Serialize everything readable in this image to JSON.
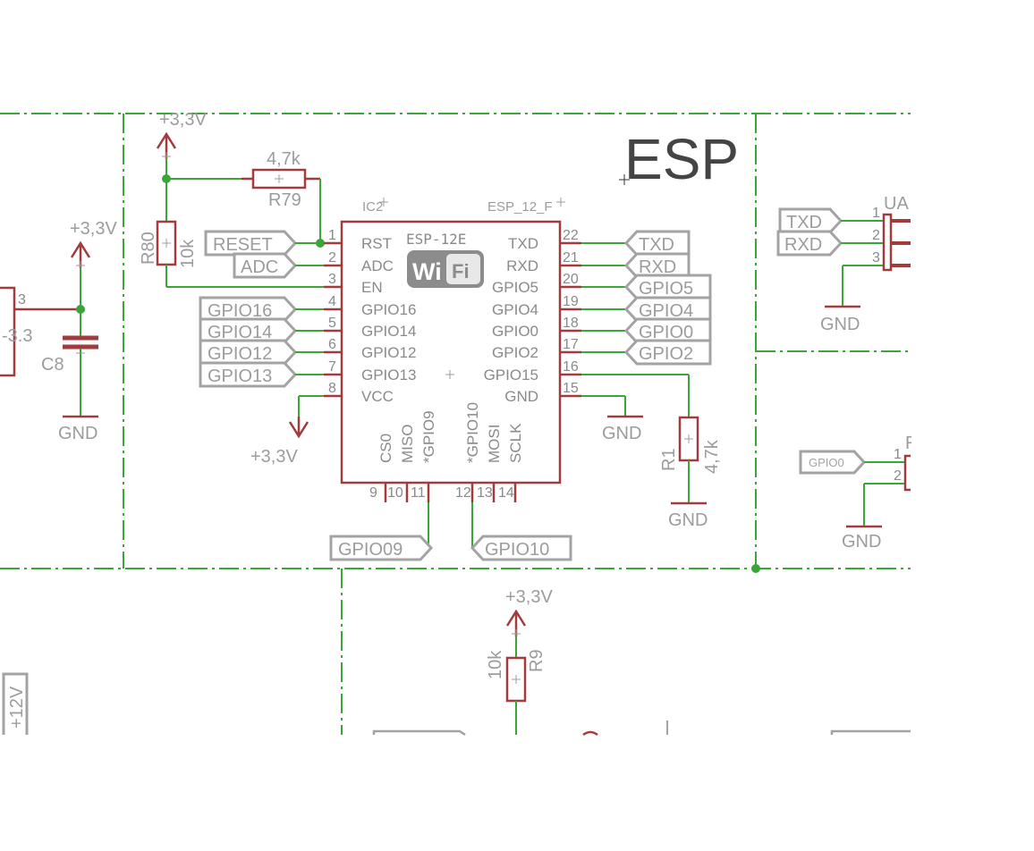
{
  "sheet": {
    "title": "ESP"
  },
  "ic": {
    "name": "IC2",
    "value": "ESP_12_F",
    "body_label": "ESP-12E",
    "logo": [
      "Wi",
      "Fi"
    ],
    "left_pins": [
      {
        "num": "1",
        "name": "RST"
      },
      {
        "num": "2",
        "name": "ADC"
      },
      {
        "num": "3",
        "name": "EN"
      },
      {
        "num": "4",
        "name": "GPIO16"
      },
      {
        "num": "5",
        "name": "GPIO14"
      },
      {
        "num": "6",
        "name": "GPIO12"
      },
      {
        "num": "7",
        "name": "GPIO13"
      },
      {
        "num": "8",
        "name": "VCC"
      }
    ],
    "right_pins": [
      {
        "num": "22",
        "name": "TXD"
      },
      {
        "num": "21",
        "name": "RXD"
      },
      {
        "num": "20",
        "name": "GPIO5"
      },
      {
        "num": "19",
        "name": "GPIO4"
      },
      {
        "num": "18",
        "name": "GPIO0"
      },
      {
        "num": "17",
        "name": "GPIO2"
      },
      {
        "num": "16",
        "name": "GPIO15"
      },
      {
        "num": "15",
        "name": "GND"
      }
    ],
    "bottom_pins": [
      {
        "num": "9",
        "name": "CS0"
      },
      {
        "num": "10",
        "name": "MISO"
      },
      {
        "num": "11",
        "name": "*GPIO9"
      },
      {
        "num": "12",
        "name": "*GPIO10"
      },
      {
        "num": "13",
        "name": "MOSI"
      },
      {
        "num": "14",
        "name": "SCLK"
      }
    ]
  },
  "net_labels": {
    "left": [
      "RESET",
      "ADC",
      "GPIO16",
      "GPIO14",
      "GPIO12",
      "GPIO13"
    ],
    "right": [
      "TXD",
      "RXD",
      "GPIO5",
      "GPIO4",
      "GPIO0",
      "GPIO2"
    ],
    "bottom": [
      "GPIO09",
      "GPIO10"
    ],
    "uart": [
      "TXD",
      "RXD"
    ],
    "reset_conn": "GPIO0",
    "twelve_v": "+12V"
  },
  "resistors": {
    "r79": {
      "name": "R79",
      "value": "4,7k"
    },
    "r80": {
      "name": "R80",
      "value": "10k"
    },
    "r1": {
      "name": "R1",
      "value": "4,7k"
    },
    "r9": {
      "name": "R9",
      "value": "10k"
    }
  },
  "capacitor": {
    "name": "C8"
  },
  "supplies": {
    "v33": "+3,3V",
    "gnd": "GND"
  },
  "regulator": {
    "pin": "3",
    "label": "-3.3"
  },
  "uart_conn": {
    "name": "UA",
    "pins": [
      "1",
      "2",
      "3"
    ]
  },
  "reset_conn": {
    "name": "R",
    "pins": [
      "1",
      "2"
    ]
  }
}
